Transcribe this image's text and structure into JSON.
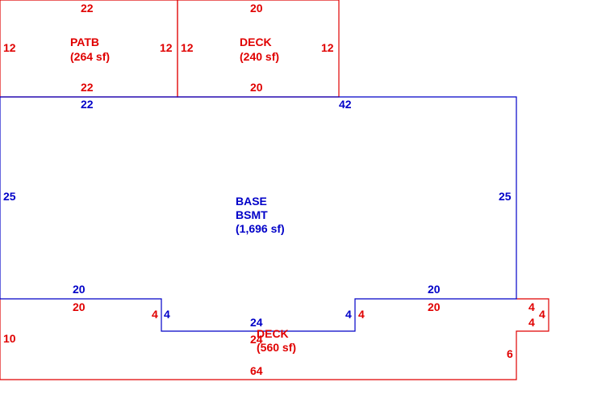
{
  "colors": {
    "addition": "#e00000",
    "base": "#0000c8"
  },
  "areas": {
    "patb": {
      "name": "PATB",
      "area": "(264 sf)"
    },
    "deck_top": {
      "name": "DECK",
      "area": "(240 sf)"
    },
    "base": {
      "name1": "BASE",
      "name2": "BSMT",
      "area": "(1,696 sf)"
    },
    "deck_bottom": {
      "name": "DECK",
      "area": "(560 sf)"
    }
  },
  "dimensions": {
    "patb_top": "22",
    "patb_left": "12",
    "patb_right": "12",
    "patb_bottom": "22",
    "deck_top_top": "20",
    "deck_top_left": "12",
    "deck_top_right": "12",
    "deck_top_bottom": "20",
    "base_top_left": "22",
    "base_top_right": "42",
    "base_left": "25",
    "base_right": "25",
    "base_bottom_left": "20",
    "base_bottom_right": "20",
    "base_notch_left": "4",
    "base_notch_right": "4",
    "base_notch_bottom": "24",
    "deck_bottom_top_left": "20",
    "deck_bottom_top_right": "20",
    "deck_bottom_notch_left": "4",
    "deck_bottom_notch_right": "4",
    "deck_bottom_notch_bottom": "24",
    "deck_bottom_left": "10",
    "deck_bottom_bottom": "64",
    "deck_bottom_step_a": "4",
    "deck_bottom_step_b": "4",
    "deck_bottom_step_c": "4",
    "deck_bottom_right": "6"
  }
}
